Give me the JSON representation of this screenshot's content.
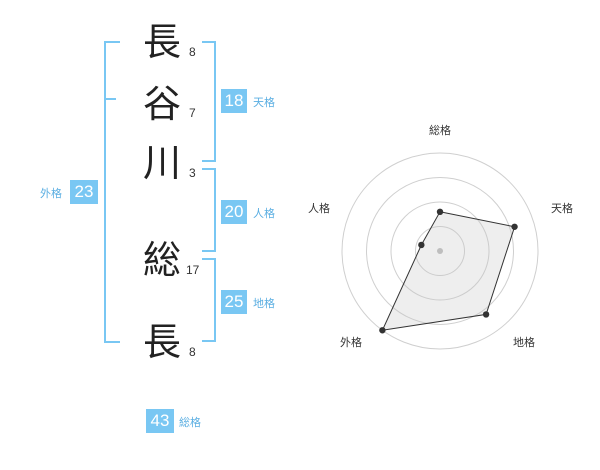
{
  "name": {
    "chars": [
      {
        "char": "長",
        "strokes": "8"
      },
      {
        "char": "谷",
        "strokes": "7"
      },
      {
        "char": "川",
        "strokes": "3"
      },
      {
        "char": "総",
        "strokes": "17"
      },
      {
        "char": "長",
        "strokes": "8"
      }
    ]
  },
  "fortune": {
    "tenkaku": {
      "value": "18",
      "label": "天格"
    },
    "jinkaku": {
      "value": "20",
      "label": "人格"
    },
    "chikaku": {
      "value": "25",
      "label": "地格"
    },
    "gaikaku": {
      "value": "23",
      "label": "外格"
    },
    "soukaku": {
      "value": "43",
      "label": "総格"
    }
  },
  "radar": {
    "labels": {
      "top": "総格",
      "right": "天格",
      "bottom_right": "地格",
      "bottom_left": "外格",
      "left": "人格"
    },
    "levels": {
      "soukaku": 0.4,
      "tenkaku": 0.8,
      "chikaku": 0.8,
      "gaikaku": 1.0,
      "jinkaku": 0.2
    }
  },
  "colors": {
    "accent": "#79c7f3",
    "accent_text": "#5aaee2"
  }
}
